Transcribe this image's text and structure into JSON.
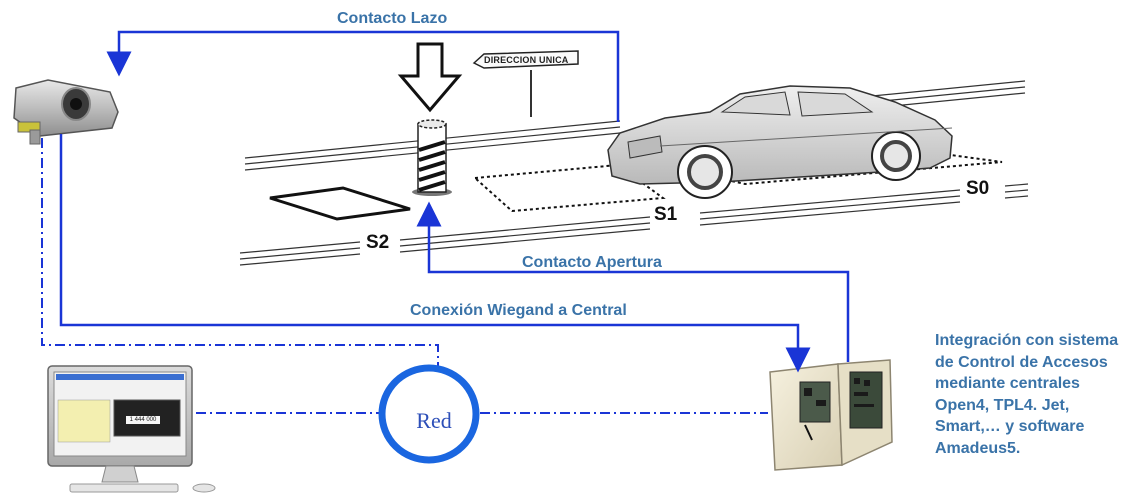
{
  "labels": {
    "contacto_lazo": "Contacto Lazo",
    "contacto_apertura": "Contacto Apertura",
    "conexion_wiegand": "Conexión Wiegand a Central",
    "red": "Red",
    "sign": "DIRECCION UNICA",
    "s0": "S0",
    "s1": "S1",
    "s2": "S2"
  },
  "description": {
    "lines": [
      "Integración con sistema",
      "de Control de Accesos",
      "mediante centrales",
      "Open4, TPL4. Jet,",
      "Smart,… y software",
      "Amadeus5."
    ]
  },
  "plate": "1 444 000",
  "colors": {
    "label": "#3a73a8",
    "link_solid": "#1a35d6",
    "link_dashdot": "#1a35d6",
    "network_ring": "#1a66e0"
  },
  "icons": {
    "camera": "surveillance-camera-icon",
    "bollard": "retractable-bollard-icon",
    "car": "car-icon",
    "controller": "access-control-panel-icon",
    "computer": "desktop-computer-icon"
  }
}
